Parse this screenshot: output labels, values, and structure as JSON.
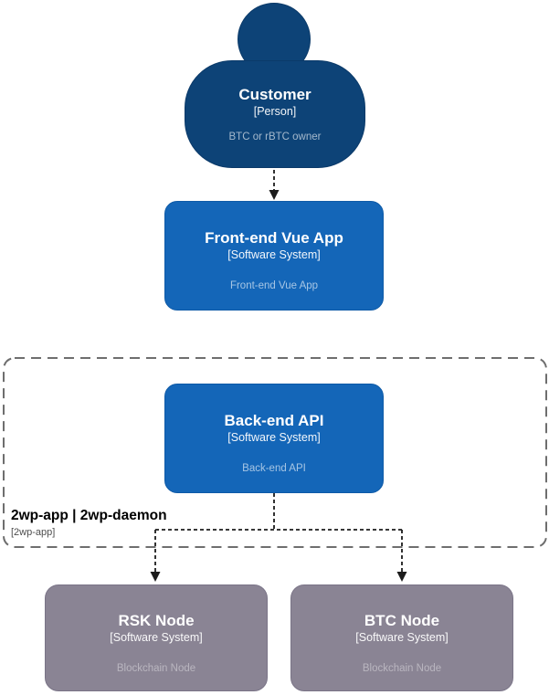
{
  "nodes": {
    "customer": {
      "name": "Customer",
      "type": "[Person]",
      "description": "BTC or rBTC owner"
    },
    "frontend": {
      "name": "Front-end Vue App",
      "type": "[Software System]",
      "description": "Front-end Vue App"
    },
    "backend": {
      "name": "Back-end API",
      "type": "[Software System]",
      "description": "Back-end API"
    },
    "rsk_node": {
      "name": "RSK Node",
      "type": "[Software System]",
      "description": "Blockchain Node"
    },
    "btc_node": {
      "name": "BTC Node",
      "type": "[Software System]",
      "description": "Blockchain Node"
    }
  },
  "boundary": {
    "name": "2wp-app | 2wp-daemon",
    "type": "[2wp-app]"
  },
  "relationships": [
    {
      "from": "customer",
      "to": "frontend",
      "style": "dashed-arrow"
    },
    {
      "from": "backend",
      "to": "rsk_node",
      "style": "dashed-arrow"
    },
    {
      "from": "backend",
      "to": "btc_node",
      "style": "dashed-arrow"
    }
  ],
  "colors": {
    "person_fill": "#0d4377",
    "person_border": "#0b3a69",
    "system_fill": "#1466b8",
    "system_border": "#0e5aa7",
    "external_fill": "#8a8494",
    "external_border": "#7a7487",
    "boundary_border": "#6e6e6e",
    "connector": "#1c1c1c",
    "background": "#ffffff"
  }
}
